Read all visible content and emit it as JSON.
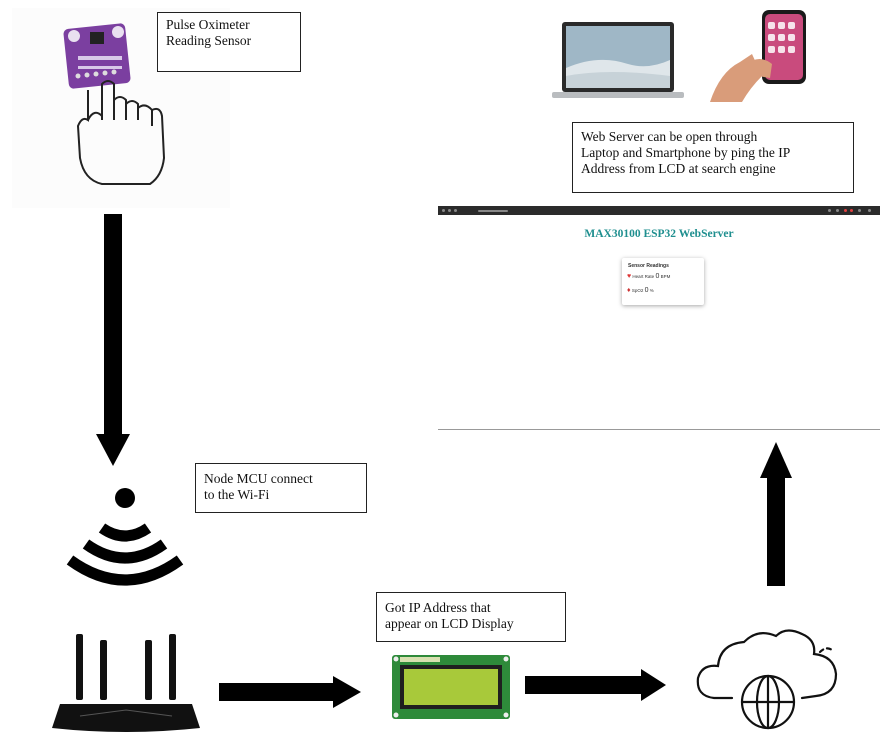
{
  "callouts": {
    "sensor": [
      "Pulse Oximeter",
      "Reading Sensor"
    ],
    "web_server": [
      "Web Server can be open through",
      "Laptop and Smartphone by ping the IP",
      "Address from LCD at search engine"
    ],
    "node_mcu": [
      "Node MCU connect",
      "to the Wi-Fi"
    ],
    "lcd": [
      "Got IP Address that",
      "appear on LCD Display"
    ]
  },
  "webserver_page": {
    "title": "MAX30100 ESP32 WebServer",
    "card_header": "Sensor Readings",
    "row1_label": "Heart Rate",
    "row1_value": "0",
    "row1_unit": "BPM",
    "row2_label": "SpO2",
    "row2_value": "0",
    "row2_unit": "%"
  },
  "colors": {
    "arrow": "#000000",
    "sensor_board": "#7b3fa0",
    "lcd_screen": "#a8c93a",
    "lcd_board": "#2e8a3a",
    "webserver_title": "#1f8f8f"
  },
  "icons": [
    "pulse-sensor-icon",
    "hand-icon",
    "laptop-icon",
    "smartphone-icon",
    "wifi-signal-icon",
    "router-icon",
    "lcd-display-icon",
    "cloud-globe-icon"
  ]
}
